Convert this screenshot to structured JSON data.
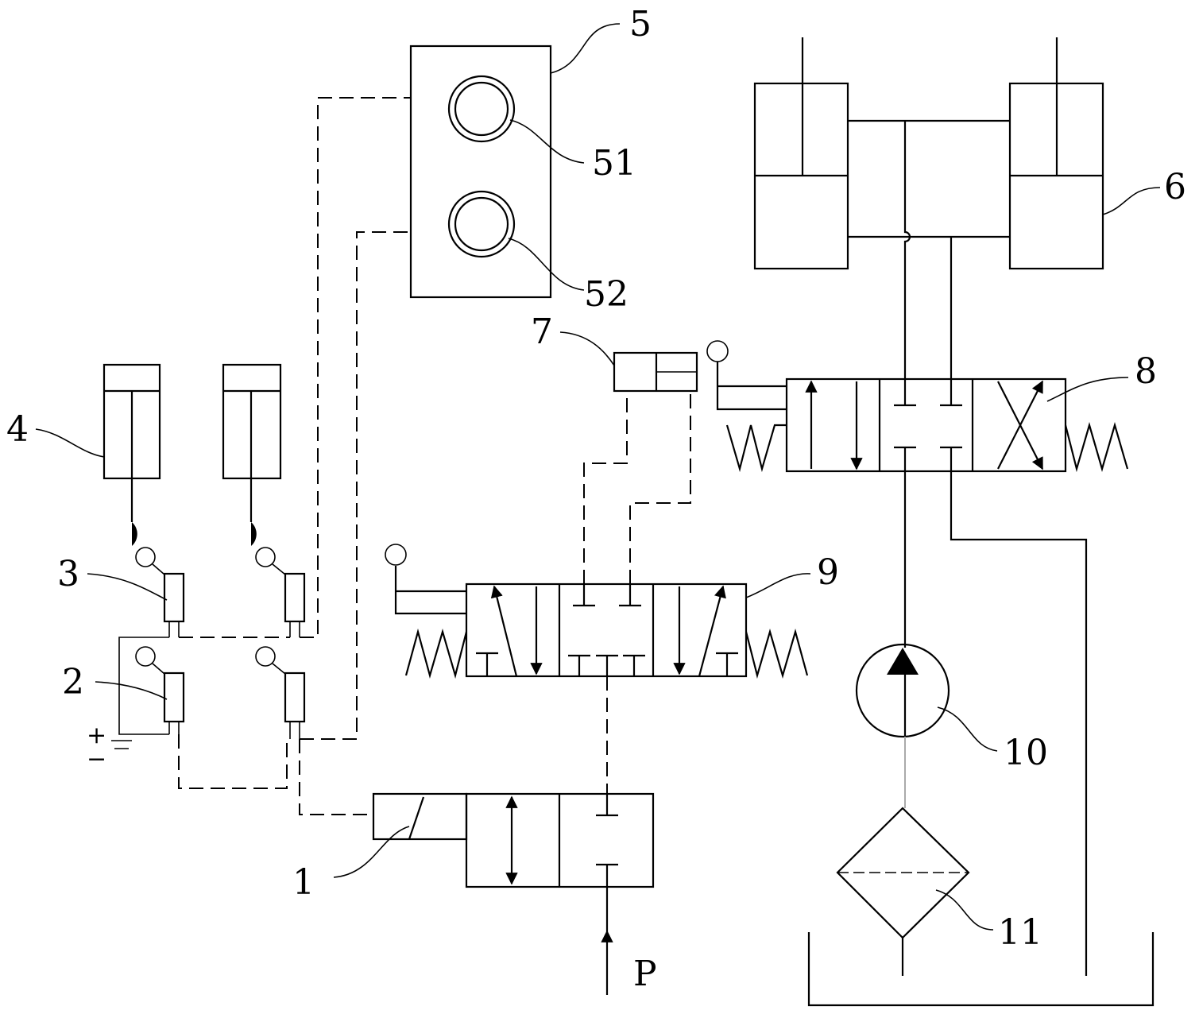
{
  "labels": {
    "l1": "1",
    "l2": "2",
    "l3": "3",
    "l4": "4",
    "l5": "5",
    "l51": "51",
    "l52": "52",
    "l6": "6",
    "l7": "7",
    "l8": "8",
    "l9": "9",
    "l10": "10",
    "l11": "11",
    "pressure": "P",
    "plus": "+",
    "minus": "−"
  }
}
